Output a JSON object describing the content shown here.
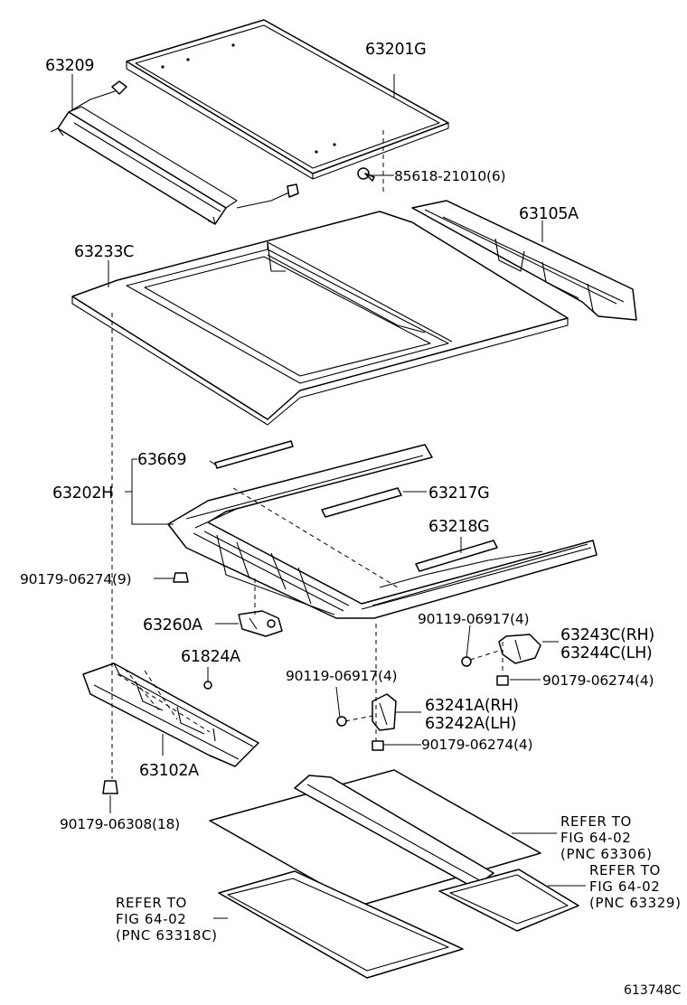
{
  "labels": {
    "p63209": "63209",
    "p63201g": "63201G",
    "p85618": "85618-21010(6)",
    "p63105a": "63105A",
    "p63233c": "63233C",
    "p63669": "63669",
    "p63202h": "63202H",
    "p63217g": "63217G",
    "p63218g": "63218G",
    "p90179_9": "90179-06274(9)",
    "p63260a": "63260A",
    "p90119_a": "90119-06917(4)",
    "p63243c": "63243C(RH)",
    "p63244c": "63244C(LH)",
    "p90179_4a": "90179-06274(4)",
    "p61824a": "61824A",
    "p90119_b": "90119-06917(4)",
    "p63241a": "63241A(RH)",
    "p63242a": "63242A(LH)",
    "p90179_4b": "90179-06274(4)",
    "p63102a": "63102A",
    "p90179_18": "90179-06308(18)"
  },
  "references": {
    "ref63306": [
      "REFER TO",
      "FIG 64-02",
      "(PNC 63306)"
    ],
    "ref63329": [
      "REFER TO",
      "FIG 64-02",
      "(PNC 63329)"
    ],
    "ref63318c": [
      "REFER TO",
      "FIG 64-02",
      "(PNC 63318C)"
    ]
  },
  "illustration_id": "613748C"
}
